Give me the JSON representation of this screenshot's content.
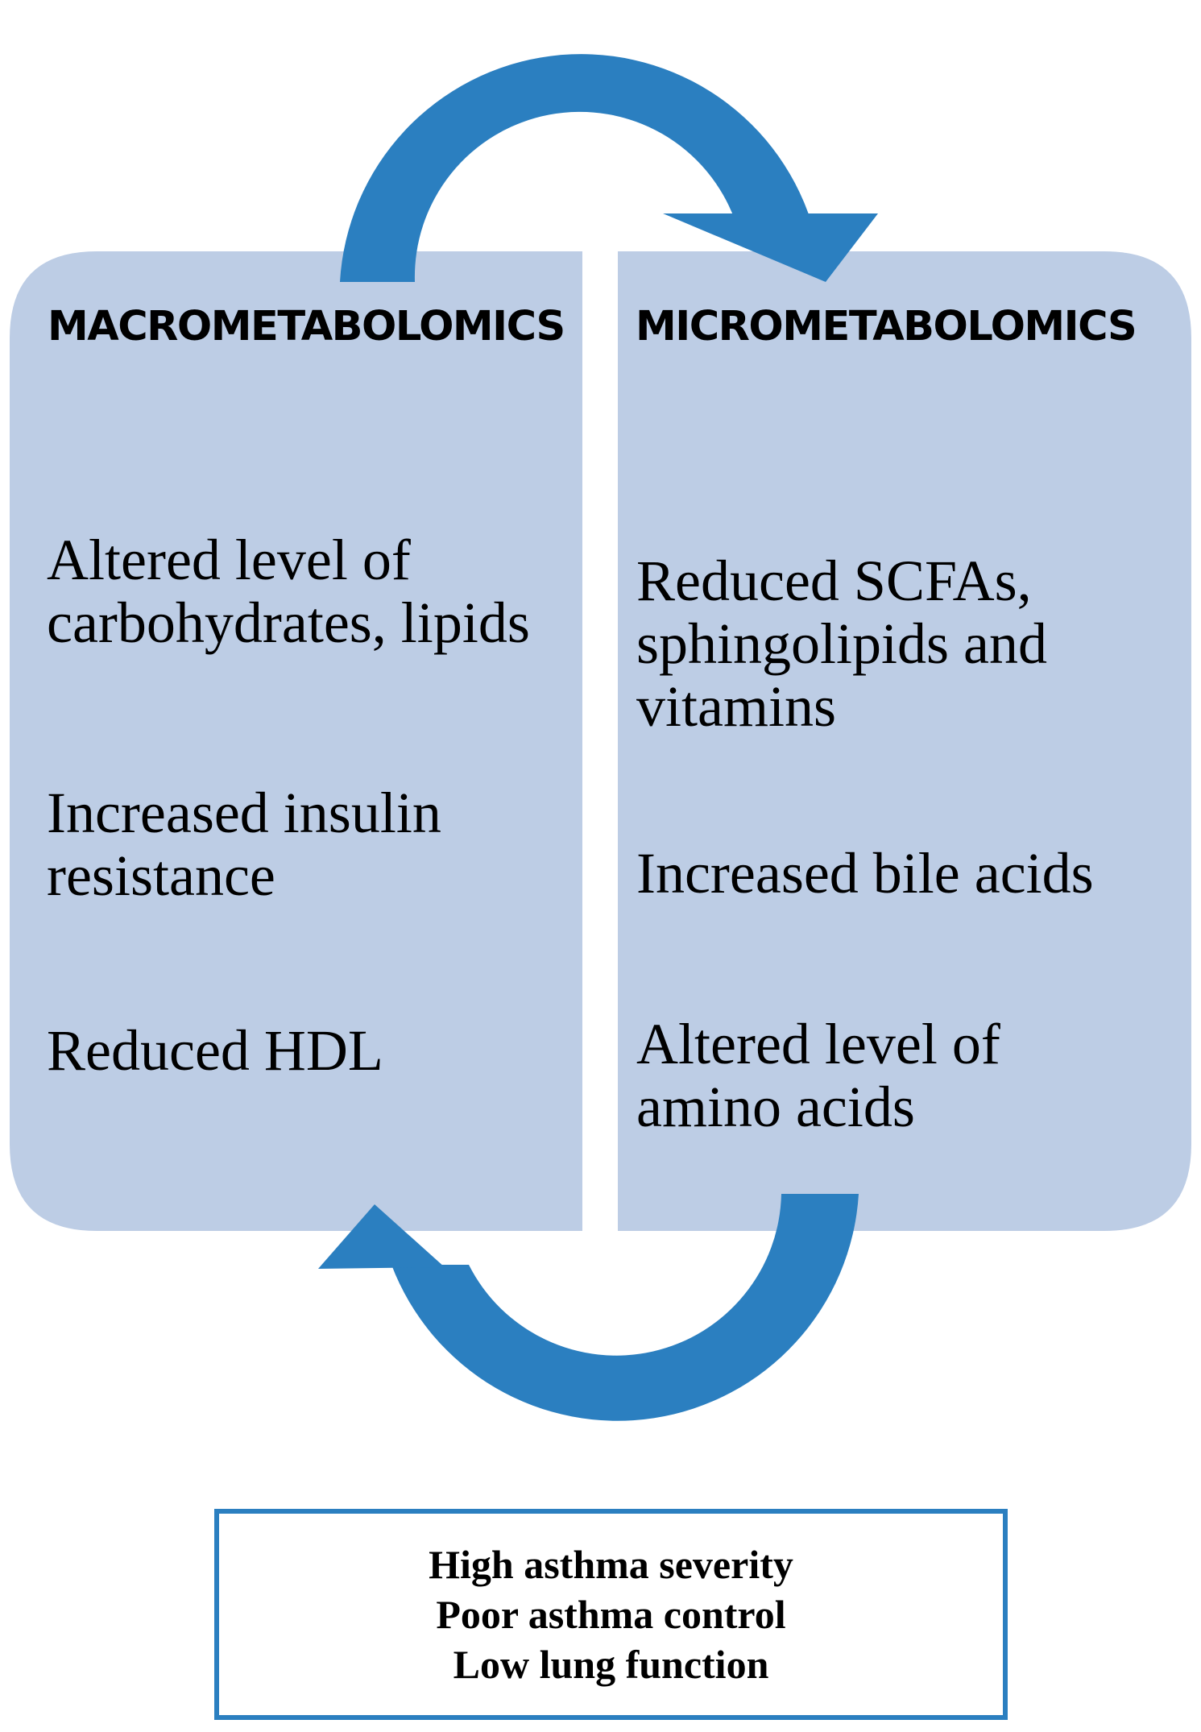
{
  "colors": {
    "panel_fill": "#bdcde5",
    "arrow_fill": "#2b7fc0",
    "outcome_border": "#2b7fc0",
    "text": "#000000"
  },
  "left_panel": {
    "heading": "MACROMETABOLOMICS",
    "items": [
      "Altered level of\ncarbohydrates, lipids",
      "Increased insulin\nresistance",
      "Reduced HDL"
    ]
  },
  "right_panel": {
    "heading": "MICROMETABOLOMICS",
    "items": [
      "Reduced SCFAs,\nsphingolipids and\nvitamins",
      "Increased bile acids",
      "Altered level of\namino acids"
    ]
  },
  "arrows": {
    "top": {
      "icon": "curved-arrow-left-to-right-icon"
    },
    "bottom": {
      "icon": "curved-arrow-right-to-left-icon"
    }
  },
  "outcome": {
    "lines": [
      "High asthma severity",
      "Poor asthma control",
      "Low lung function"
    ]
  }
}
